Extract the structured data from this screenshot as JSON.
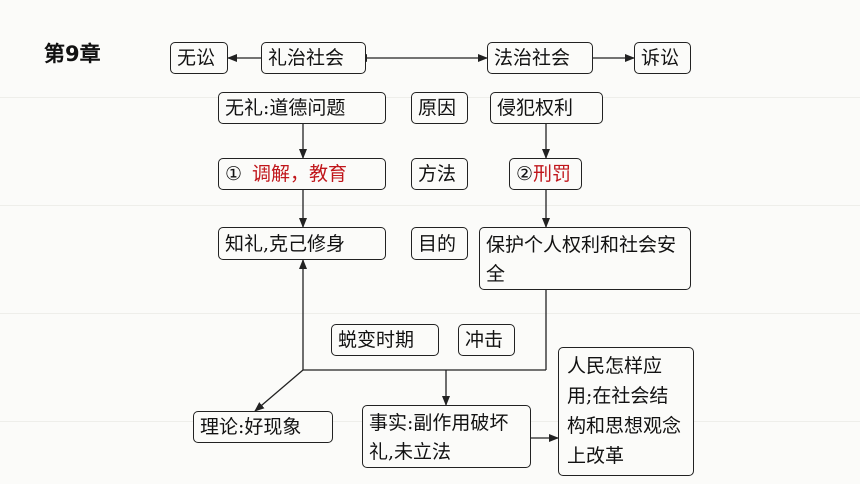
{
  "chapter": "第9章",
  "nodes": {
    "wusong": "无讼",
    "lizhi": "礼治社会",
    "fazhi": "法治社会",
    "susong": "诉讼",
    "wuli": "无礼:道德问题",
    "yuanyin": "原因",
    "qinfan": "侵犯权利",
    "answer1_num": "①",
    "answer1_text": "调解，教育",
    "fangfa": "方法",
    "answer2_num": "②",
    "answer2_text": "刑罚",
    "zhili": "知礼,克己修身",
    "mudi": "目的",
    "baohu": "保护个人权利和社会安全",
    "tuibian": "蜕变时期",
    "chongji": "冲击",
    "lilun": "理论:好现象",
    "shishi": "事实:副作用破坏礼,未立法",
    "renmin": "人民怎样应用;在社会结构和思想观念上改革"
  },
  "colors": {
    "answer": "#c0161b",
    "line": "#222222"
  }
}
